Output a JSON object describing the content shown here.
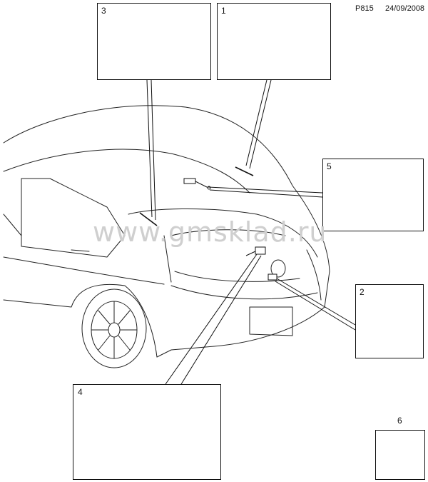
{
  "header": {
    "code": "P815",
    "date": "24/09/2008"
  },
  "watermark": "www.gmsklad.ru",
  "callouts": [
    {
      "number": "1"
    },
    {
      "number": "2"
    },
    {
      "number": "3"
    },
    {
      "number": "4"
    },
    {
      "number": "5"
    },
    {
      "number": "6"
    }
  ]
}
